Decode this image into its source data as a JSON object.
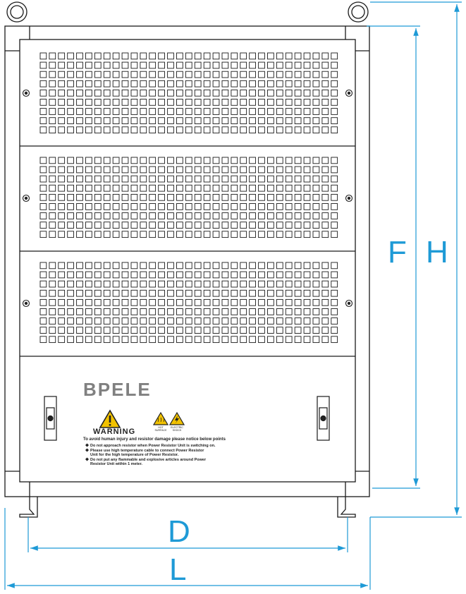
{
  "brand": "BPELE",
  "warning": {
    "title": "WARNING",
    "hot_surface": [
      "HOT",
      "SURFACE"
    ],
    "electric_shock": [
      "ELECTRIC",
      "SHOCK"
    ],
    "subtitle": "To avoid human injury and resistor damage please notice below points",
    "items": [
      [
        "Do not approach resistor when Power Resistor Unit is switching on."
      ],
      [
        "Please use high temperature cable to connect Power Resistor",
        "Unit for the high temperature of Power Resistor."
      ],
      [
        "Do not put any flammable and explosive articles around Power",
        "Resistor Unit within 1 meter."
      ]
    ]
  },
  "dimensions": {
    "F": "F",
    "H": "H",
    "D": "D",
    "L": "L"
  },
  "colors": {
    "line": "#1a1a1a",
    "dimension": "#1e9ad6",
    "brand": "#808080",
    "warning_yellow": "#f2c200"
  }
}
